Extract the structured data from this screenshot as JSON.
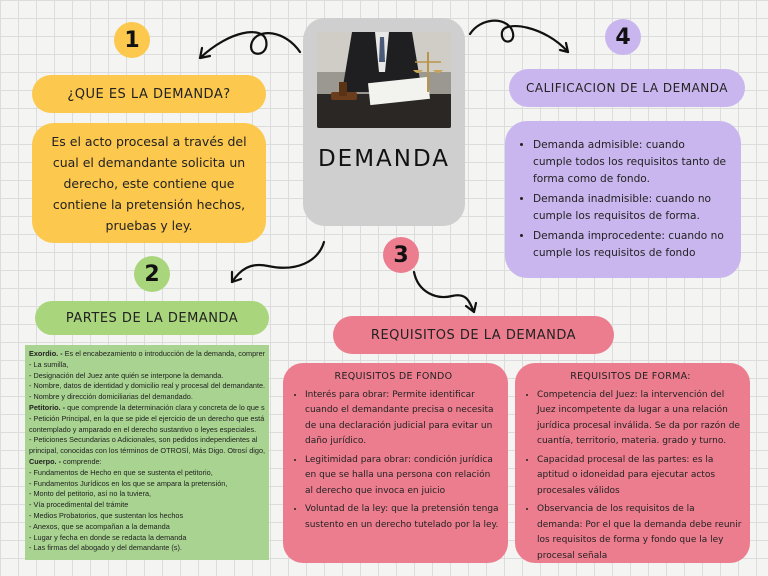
{
  "center": {
    "title": "DEMANDA"
  },
  "badges": {
    "one": "1",
    "two": "2",
    "three": "3",
    "four": "4"
  },
  "que_es": {
    "title": "¿QUE ES LA DEMANDA?",
    "text": "Es el acto procesal a través del cual el demandante solicita un derecho, este contiene que contiene la pretensión hechos, pruebas y ley."
  },
  "partes": {
    "title": "PARTES DE LA DEMANDA",
    "lines": [
      {
        "bold": "Exordio. -",
        "text": " Es el encabezamiento o introducción de la demanda, comprende:"
      },
      {
        "bold": "",
        "text": "- La sumilla,"
      },
      {
        "bold": "",
        "text": "- Designación del Juez ante quién se interpone la demanda."
      },
      {
        "bold": "",
        "text": "- Nombre, datos de identidad y domicilio real y procesal del demandante."
      },
      {
        "bold": "",
        "text": "- Nombre y dirección domiciliarias del demandado."
      },
      {
        "bold": "Petitorio. -",
        "text": " que comprende la determinación clara y concreta de lo que se pide"
      },
      {
        "bold": "",
        "text": "- Petición Principal, en la que se pide el ejercicio de un derecho que está"
      },
      {
        "bold": "",
        "text": "contemplado y amparado en el derecho sustantivo o leyes especiales."
      },
      {
        "bold": "",
        "text": "- Peticiones Secundarias o Adicionales, son pedidos independientes al"
      },
      {
        "bold": "",
        "text": "principal, conocidas con los términos de OTROSÍ, Más Digo. Otrosí digo, etc."
      },
      {
        "bold": "Cuerpo. -",
        "text": " comprende:"
      },
      {
        "bold": "",
        "text": "- Fundamentos de Hecho en que se sustenta el petitorio,"
      },
      {
        "bold": "",
        "text": "- Fundamentos Jurídicos en los que se ampara la pretensión,"
      },
      {
        "bold": "",
        "text": "- Monto del petitorio, así no la tuviera,"
      },
      {
        "bold": "",
        "text": "- Vía procedimental del trámite"
      },
      {
        "bold": "",
        "text": "- Medios Probatorios, que sustentan los hechos"
      },
      {
        "bold": "",
        "text": "- Anexos, que se acompañan a la demanda"
      },
      {
        "bold": "",
        "text": "- Lugar y fecha en donde se redacta la demanda"
      },
      {
        "bold": "",
        "text": "- Las firmas del abogado y del demandante (s)."
      }
    ]
  },
  "calificacion": {
    "title": "CALIFICACION DE LA DEMANDA",
    "items": [
      "Demanda admisible: cuando cumple todos los requisitos tanto de forma como de fondo.",
      "Demanda inadmisible: cuando no cumple los requisitos de forma.",
      "Demanda improcedente: cuando no cumple los requisitos de fondo"
    ]
  },
  "requisitos": {
    "title": "REQUISITOS DE LA DEMANDA",
    "fondo": {
      "title": "REQUISITOS DE FONDO",
      "items": [
        "Interés para obrar: Permite identificar cuando el demandante precisa o necesita de una declaración judicial para evitar un daño jurídico.",
        "Legitimidad para obrar: condición jurídica en que se halla una persona con relación al derecho que invoca en juicio",
        "Voluntad de la ley: que la pretensión tenga sustento en un derecho tutelado por la ley."
      ]
    },
    "forma": {
      "title": "REQUISITOS DE FORMA:",
      "items": [
        "Competencia del Juez: la intervención del Juez incompetente da lugar a una relación jurídica procesal inválida. Se da por razón de cuantía, territorio, materia. grado y turno.",
        "Capacidad procesal de las partes: es la aptitud o idoneidad para ejecutar actos procesales válidos",
        "Observancia de los requisitos de la demanda: Por el que la demanda debe reunir los requisitos de forma y fondo que la ley procesal señala"
      ]
    }
  },
  "colors": {
    "yellow": "#fcc84d",
    "green": "#a9d67c",
    "purple": "#c9b6ee",
    "pink": "#ec7d8e",
    "gray": "#cfcfcf"
  }
}
